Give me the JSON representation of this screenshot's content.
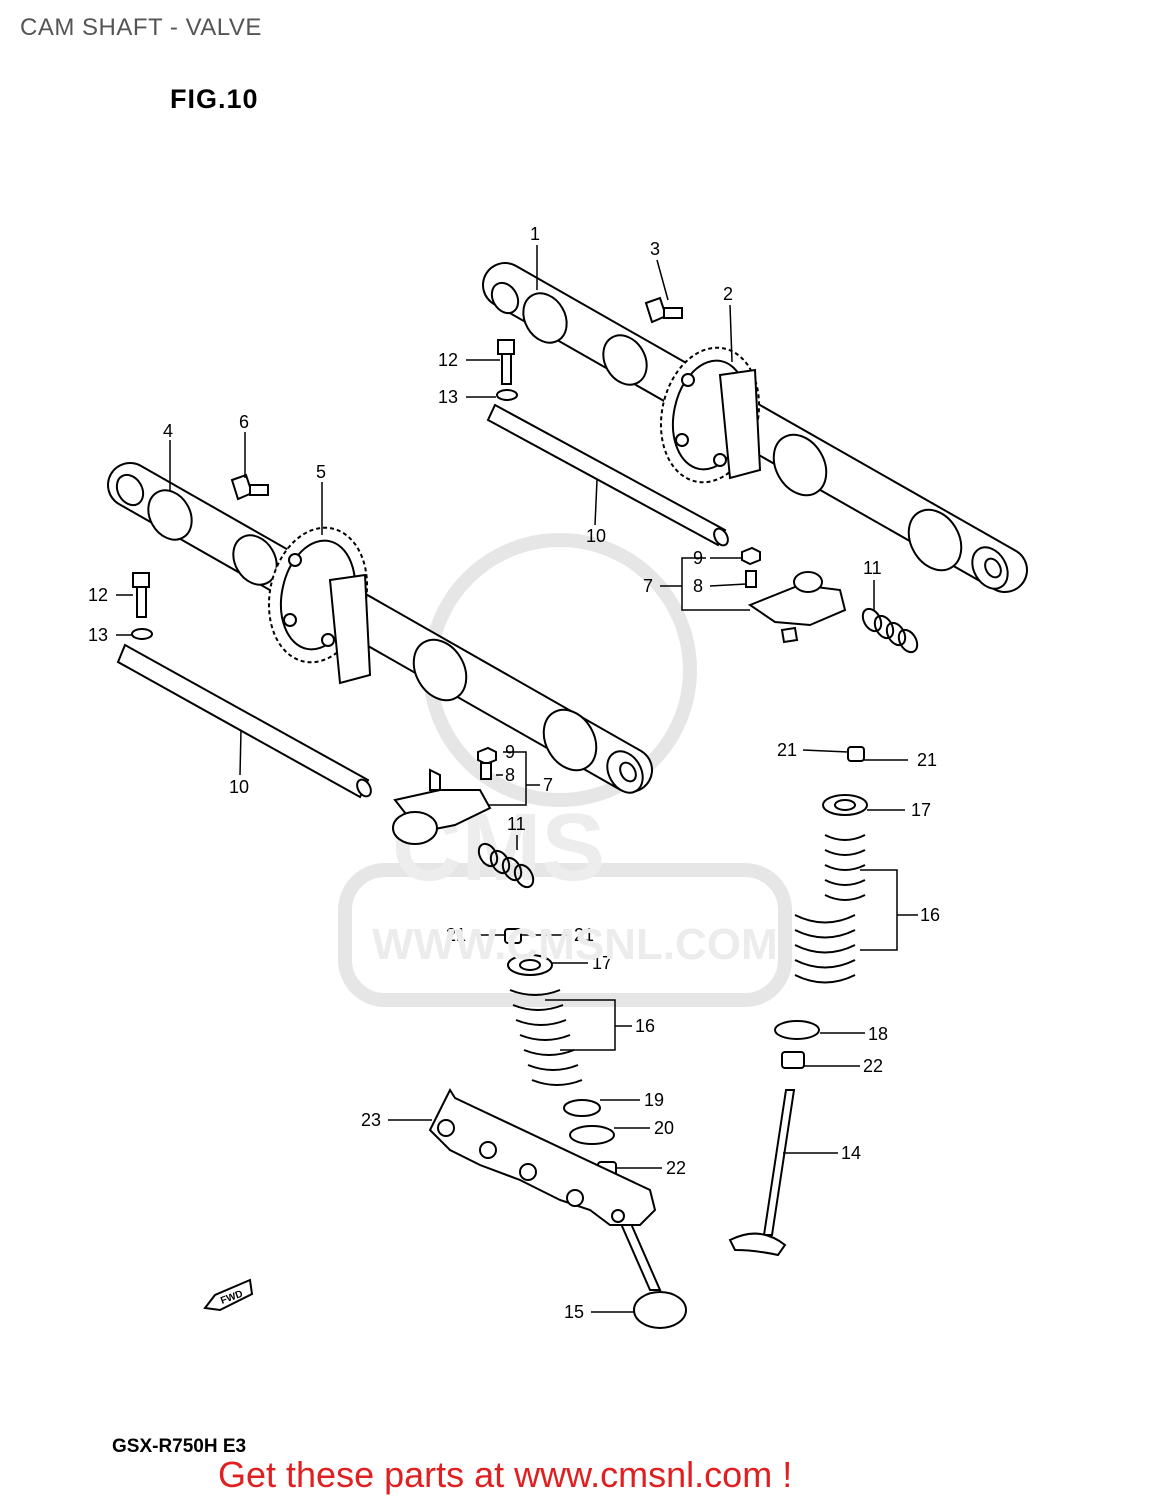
{
  "header": {
    "title": "CAM SHAFT - VALVE",
    "fig_label": "FIG.10"
  },
  "footer": {
    "model_code": "GSX-R750H E3",
    "cta": "Get these parts at www.cmsnl.com !"
  },
  "watermark": {
    "brand": "CMS",
    "url": "WWW.CMSNL.COM"
  },
  "callouts": {
    "c1": "1",
    "c2": "2",
    "c3": "3",
    "c4": "4",
    "c5": "5",
    "c6": "6",
    "c7a": "7",
    "c7b": "7",
    "c8a": "8",
    "c8b": "8",
    "c9a": "9",
    "c9b": "9",
    "c10a": "10",
    "c10b": "10",
    "c11a": "11",
    "c11b": "11",
    "c12a": "12",
    "c12b": "12",
    "c13a": "13",
    "c13b": "13",
    "c14": "14",
    "c15": "15",
    "c16a": "16",
    "c16b": "16",
    "c17a": "17",
    "c17b": "17",
    "c18": "18",
    "c19": "19",
    "c20": "20",
    "c21a": "21",
    "c21b": "21",
    "c21c": "21",
    "c21d": "21",
    "c22a": "22",
    "c22b": "22",
    "c23": "23"
  },
  "fwd_marker": "FWD"
}
